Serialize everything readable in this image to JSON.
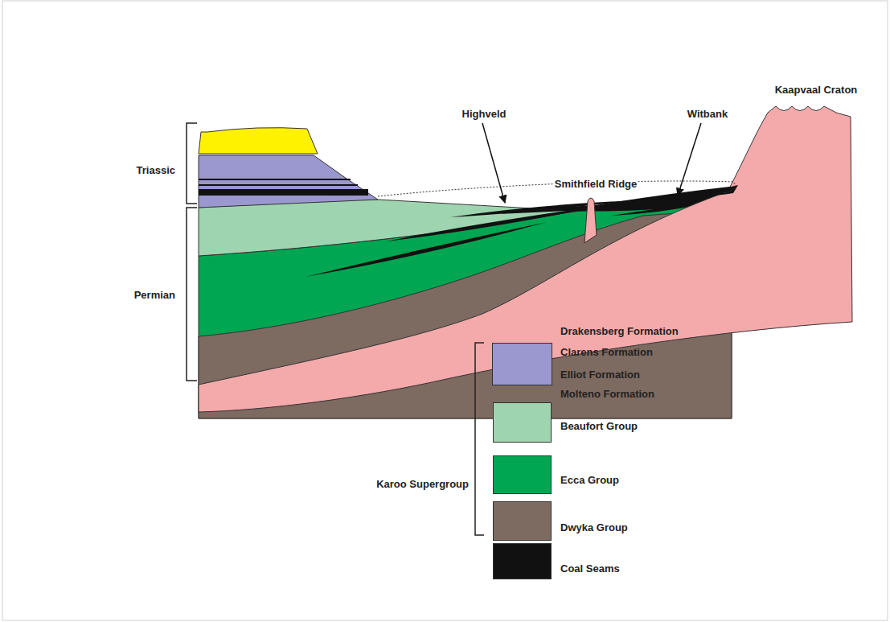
{
  "diagram": {
    "labels": [
      "Highveld",
      "Witbank",
      "Kaapvaal Craton",
      "Smithfield Ridge",
      "Triassic",
      "Permian",
      "Karoo Supergroup"
    ],
    "legend": [
      {
        "text": "Drakensberg Formation",
        "color": "#9b97cf"
      },
      {
        "text": "Clarens Formation",
        "color": "#9b97cf"
      },
      {
        "text": "Elliot Formation",
        "color": "#9b97cf"
      },
      {
        "text": "Molteno Formation",
        "color": "#9b97cf"
      },
      {
        "text": "Beaufort Group",
        "color": "#9fd4b0"
      },
      {
        "text": "Ecca Group",
        "color": "#00a651"
      },
      {
        "text": "Dwyka Group",
        "color": "#7d6a60"
      },
      {
        "text": "Coal Seams",
        "color": "#111111"
      }
    ]
  }
}
